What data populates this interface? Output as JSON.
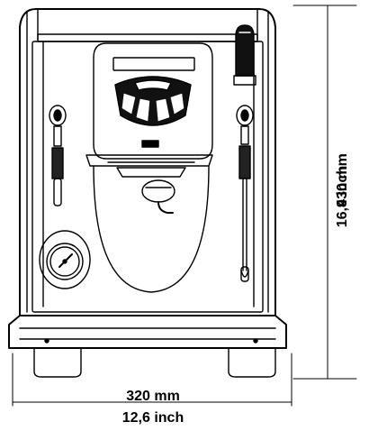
{
  "dimensions": {
    "width_mm": "320 mm",
    "width_inch": "12,6 inch",
    "height_mm": "430 mm",
    "height_inch": "16,9 inch"
  },
  "drawing": {
    "line_color": "#000000",
    "background": "#ffffff"
  }
}
